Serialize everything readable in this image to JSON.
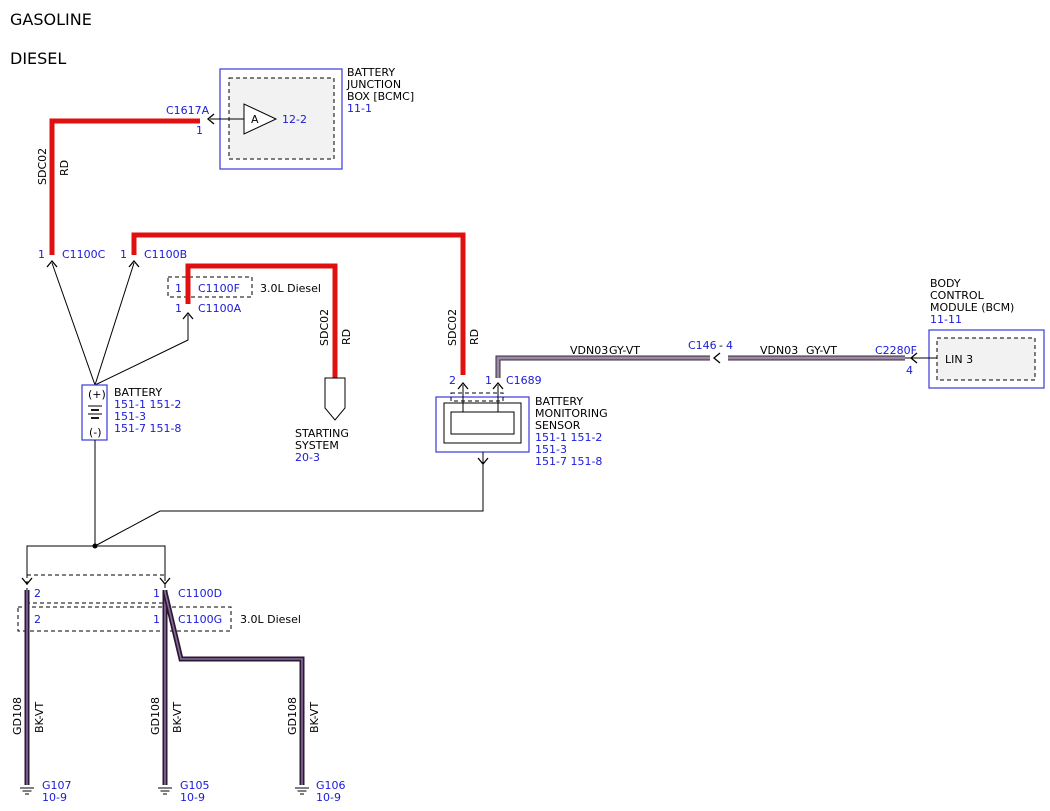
{
  "header": {
    "gasoline": "GASOLINE",
    "diesel": "DIESEL"
  },
  "colors": {
    "red_wire": "#e01010",
    "gray_violet_wire": "#8c7a9a",
    "black_violet_wire": "#3a2040",
    "link_blue": "#1a1adb"
  },
  "bjb": {
    "l1": "BATTERY",
    "l2": "JUNCTION",
    "l3": "BOX [BCMC]",
    "ref": "11-1",
    "amp": "A",
    "amp_ref": "12-2",
    "conn": "C1617A",
    "pin": "1"
  },
  "wires": {
    "sdc02": "SDC02",
    "rd": "RD",
    "vdn03": "VDN03",
    "gyvt": "GY-VT",
    "gd108": "GD108",
    "bkvt": "BK-VT"
  },
  "connectors": {
    "c1100c": "C1100C",
    "c1100c_pin": "1",
    "c1100b": "C1100B",
    "c1100b_pin": "1",
    "c1100f": "C1100F",
    "c1100f_pin": "1",
    "c1100a": "C1100A",
    "c1100a_pin": "1",
    "diesel_note": "3.0L Diesel",
    "c1689": "C1689",
    "c1689_pin1": "1",
    "c1689_pin2": "2",
    "c146": "C146",
    "c146_pin": "4",
    "c2280f": "C2280F",
    "c2280f_pin": "4",
    "c1100d": "C1100D",
    "c1100d_pin1": "1",
    "c1100d_pin2": "2",
    "c1100g": "C1100G",
    "c1100g_pin1": "1",
    "c1100g_pin2": "2"
  },
  "battery": {
    "label": "BATTERY",
    "r1": "151-1 151-2",
    "r2": "151-3",
    "r3": "151-7 151-8",
    "plus": "(+)",
    "minus": "(-)"
  },
  "starting": {
    "l1": "STARTING",
    "l2": "SYSTEM",
    "ref": "20-3"
  },
  "bms": {
    "l1": "BATTERY",
    "l2": "MONITORING",
    "l3": "SENSOR",
    "r1": "151-1 151-2",
    "r2": "151-3",
    "r3": "151-7 151-8"
  },
  "bcm": {
    "l1": "BODY",
    "l2": "CONTROL",
    "l3": "MODULE (BCM)",
    "ref": "11-11",
    "lin": "LIN 3"
  },
  "grounds": {
    "g107": "G107",
    "g107_ref": "10-9",
    "g105": "G105",
    "g105_ref": "10-9",
    "g106": "G106",
    "g106_ref": "10-9"
  },
  "dash_sep": "-"
}
